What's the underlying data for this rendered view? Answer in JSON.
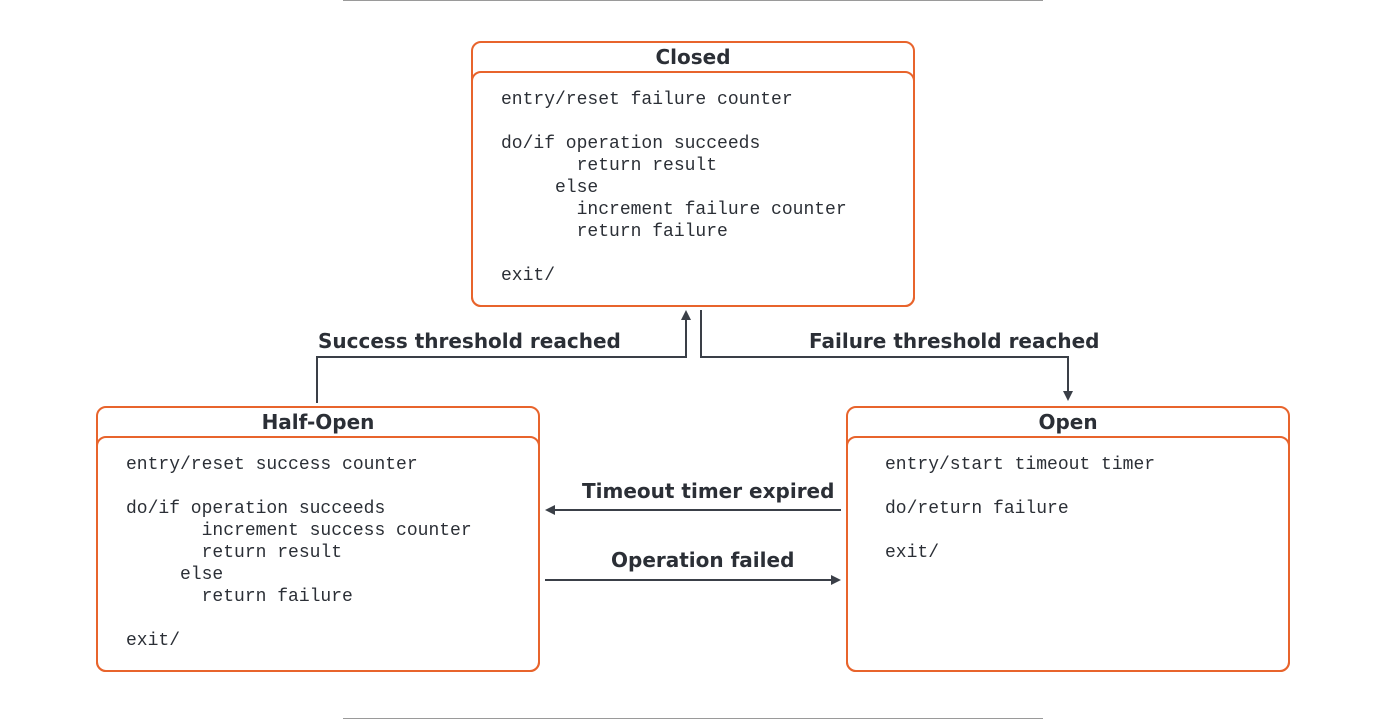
{
  "states": {
    "closed": {
      "title": "Closed",
      "body": "entry/reset failure counter\n\ndo/if operation succeeds\n       return result\n     else\n       increment failure counter\n       return failure\n\nexit/"
    },
    "half_open": {
      "title": "Half-Open",
      "body": "entry/reset success counter\n\ndo/if operation succeeds\n       increment success counter\n       return result\n     else\n       return failure\n\nexit/"
    },
    "open": {
      "title": "Open",
      "body": "entry/start timeout timer\n\ndo/return failure\n\nexit/"
    }
  },
  "transitions": {
    "success_threshold": "Success threshold reached",
    "failure_threshold": "Failure threshold reached",
    "timeout_expired": "Timeout timer expired",
    "operation_failed": "Operation failed"
  },
  "colors": {
    "state_border": "#e8642c",
    "text": "#2b2f36",
    "arrow": "#3a3f47"
  }
}
